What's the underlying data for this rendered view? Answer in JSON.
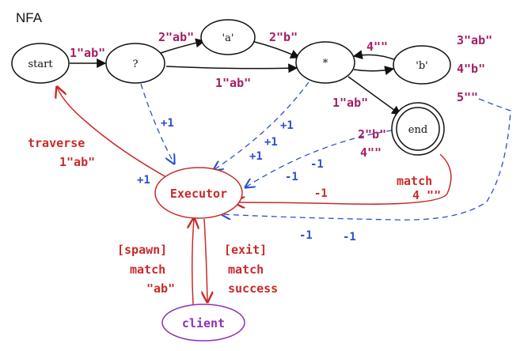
{
  "title": "NFA",
  "nodes": {
    "start": "start",
    "q": "?",
    "a": "'a'",
    "star": "*",
    "b": "'b'",
    "end": "end",
    "executor": "Executor",
    "client": "client"
  },
  "edge_labels": {
    "start_q": "1\"ab\"",
    "q_a": "2\"ab\"",
    "a_star": "2\"b\"",
    "q_star": "1\"ab\"",
    "b_star": "4\"\"",
    "star_b_1": "3\"ab\"",
    "star_b_2": "4\"b\"",
    "star_b_3": "5\"\"",
    "star_end_1": "1\"ab\"",
    "star_end_2": "2\"b\"",
    "star_end_3": "4\"\""
  },
  "blue_labels": {
    "q_exec": "+1",
    "star_exec_1": "+1",
    "star_exec_2": "+1",
    "star_exec_3": "+1",
    "end_exec_1": "-1",
    "end_exec_2": "-1",
    "exec_in_1": "-1",
    "bottom_1": "-1",
    "bottom_2": "-1",
    "exec_left": "+1"
  },
  "red_labels": {
    "traverse_1": "traverse",
    "traverse_2": "1\"ab\"",
    "match_1": "match",
    "match_2": "4 \"\"",
    "spawn_1": "[spawn]",
    "spawn_2": "match",
    "spawn_3": "\"ab\"",
    "exit_1": "[exit]",
    "exit_2": "match",
    "exit_3": "success"
  },
  "colors": {
    "black": "#111111",
    "purple": "#a51c64",
    "blue": "#2b4fcf",
    "red": "#c92a2a",
    "violet": "#8d2fb5"
  }
}
